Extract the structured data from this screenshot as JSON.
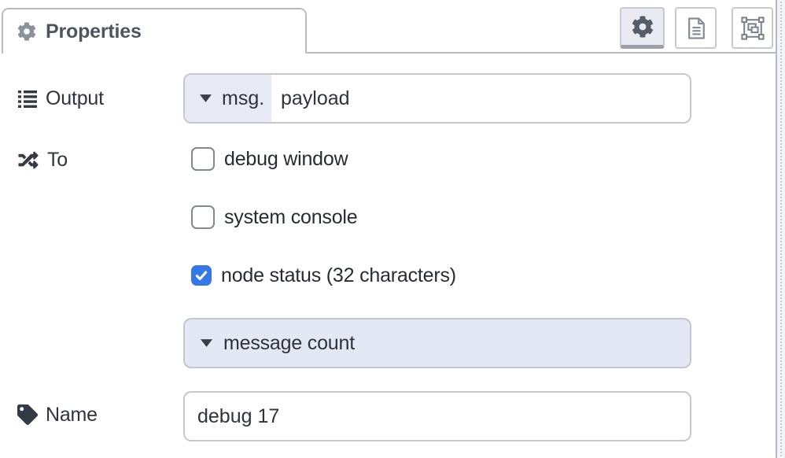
{
  "tab": {
    "label": "Properties",
    "icon": "gear-icon"
  },
  "toolbar": {
    "buttons": [
      {
        "name": "properties",
        "icon": "gear-icon",
        "active": true
      },
      {
        "name": "description",
        "icon": "file-text-icon",
        "active": false
      },
      {
        "name": "appearance",
        "icon": "selection-frame-icon",
        "active": false
      }
    ]
  },
  "form": {
    "output": {
      "label": "Output",
      "icon": "list-icon",
      "field": {
        "caret": "chevron-down-icon",
        "type_label": "msg.",
        "value": "payload"
      }
    },
    "to": {
      "label": "To",
      "icon": "shuffle-icon",
      "targets": [
        {
          "label": "debug window",
          "checked": false
        },
        {
          "label": "system console",
          "checked": false
        },
        {
          "label": "node status (32 characters)",
          "checked": true
        }
      ],
      "status_type": {
        "caret": "chevron-down-icon",
        "value": "message count"
      }
    },
    "name": {
      "label": "Name",
      "icon": "tag-icon",
      "value": "debug 17"
    }
  },
  "colors": {
    "checkbox_checked": "#3778e8",
    "typed_input_button_bg": "#e7e9f5",
    "status_select_bg": "#e4e7f4",
    "active_toolbar_button_bg": "#e9eaf2",
    "input_border": "#c6c8d1",
    "header_border": "#b9bbc2",
    "label_text": "#2f333d",
    "tab_text": "#4d565f"
  }
}
